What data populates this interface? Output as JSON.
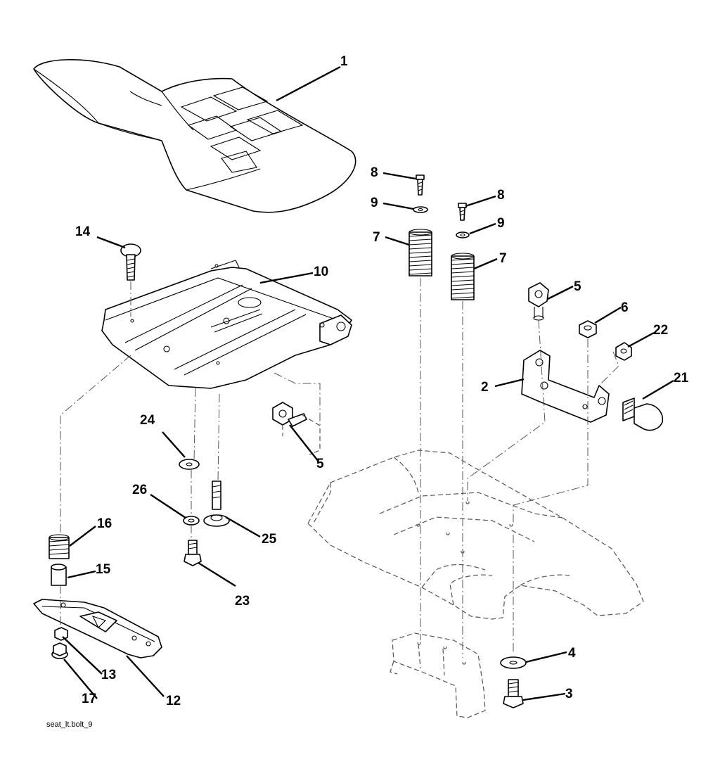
{
  "diagram": {
    "caption": "seat_lt.bolt_9",
    "callouts": [
      {
        "id": "c1",
        "label": "1"
      },
      {
        "id": "c14",
        "label": "14"
      },
      {
        "id": "c10",
        "label": "10"
      },
      {
        "id": "c8a",
        "label": "8"
      },
      {
        "id": "c9a",
        "label": "9"
      },
      {
        "id": "c7a",
        "label": "7"
      },
      {
        "id": "c8b",
        "label": "8"
      },
      {
        "id": "c9b",
        "label": "9"
      },
      {
        "id": "c7b",
        "label": "7"
      },
      {
        "id": "c5a",
        "label": "5"
      },
      {
        "id": "c6",
        "label": "6"
      },
      {
        "id": "c22",
        "label": "22"
      },
      {
        "id": "c2",
        "label": "2"
      },
      {
        "id": "c21",
        "label": "21"
      },
      {
        "id": "c5b",
        "label": "5"
      },
      {
        "id": "c24",
        "label": "24"
      },
      {
        "id": "c26",
        "label": "26"
      },
      {
        "id": "c25",
        "label": "25"
      },
      {
        "id": "c16",
        "label": "16"
      },
      {
        "id": "c15",
        "label": "15"
      },
      {
        "id": "c23",
        "label": "23"
      },
      {
        "id": "c13",
        "label": "13"
      },
      {
        "id": "c17",
        "label": "17"
      },
      {
        "id": "c12",
        "label": "12"
      },
      {
        "id": "c4",
        "label": "4"
      },
      {
        "id": "c3",
        "label": "3"
      }
    ]
  }
}
